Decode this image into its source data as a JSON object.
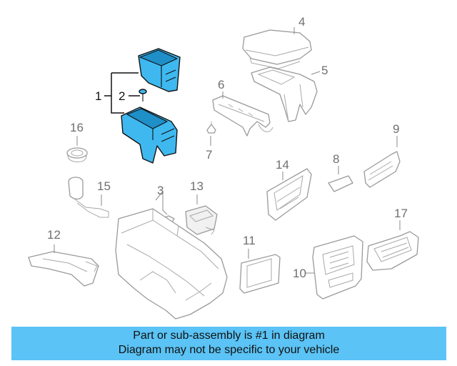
{
  "callouts": {
    "c1": "1",
    "c2": "2",
    "c3": "3",
    "c4": "4",
    "c5": "5",
    "c6": "6",
    "c7": "7",
    "c8": "8",
    "c9": "9",
    "c10": "10",
    "c11": "11",
    "c12": "12",
    "c13": "13",
    "c14": "14",
    "c15": "15",
    "c16": "16",
    "c17": "17"
  },
  "banner": {
    "line1": "Part or sub-assembly is #1 in diagram",
    "line2": "Diagram may not be specific to your vehicle"
  },
  "colors": {
    "highlight": "#3fb8f0",
    "banner": "#5bc3f5"
  }
}
